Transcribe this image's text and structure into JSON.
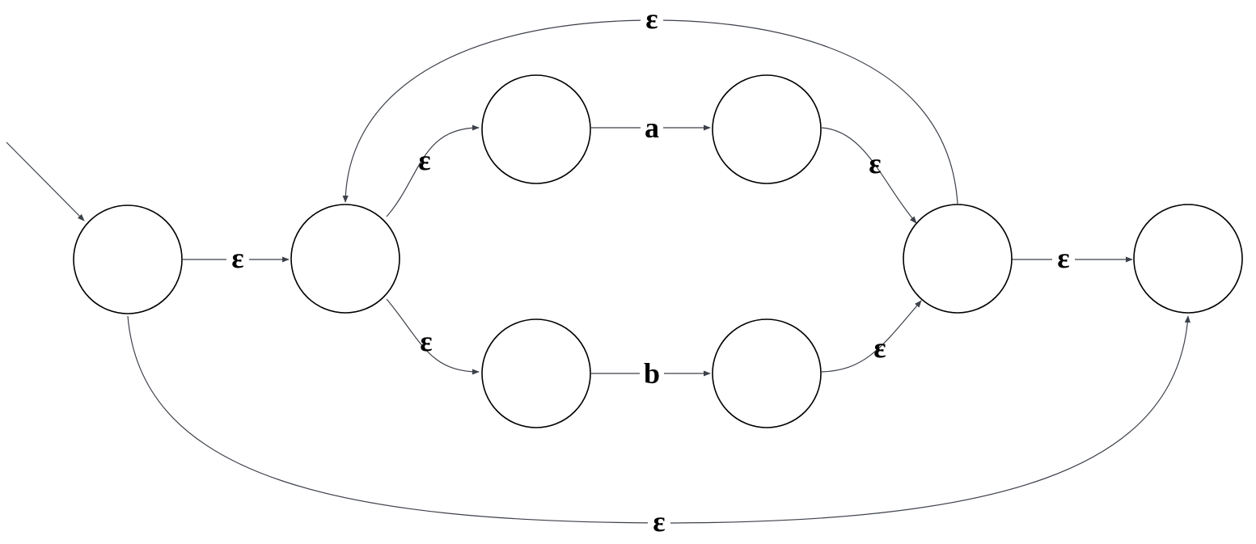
{
  "diagram": {
    "type": "nfa",
    "states": [
      {
        "id": "q0",
        "label": ""
      },
      {
        "id": "q1",
        "label": ""
      },
      {
        "id": "q2",
        "label": ""
      },
      {
        "id": "q3",
        "label": ""
      },
      {
        "id": "q4",
        "label": ""
      },
      {
        "id": "q5",
        "label": ""
      },
      {
        "id": "q6",
        "label": ""
      },
      {
        "id": "q7",
        "label": ""
      }
    ],
    "start_state": "q0",
    "transitions": [
      {
        "from": "q0",
        "to": "q1",
        "label": "ε"
      },
      {
        "from": "q1",
        "to": "q2",
        "label": "ε"
      },
      {
        "from": "q1",
        "to": "q4",
        "label": "ε"
      },
      {
        "from": "q2",
        "to": "q3",
        "label": "a"
      },
      {
        "from": "q4",
        "to": "q5",
        "label": "b"
      },
      {
        "from": "q3",
        "to": "q6",
        "label": "ε"
      },
      {
        "from": "q5",
        "to": "q6",
        "label": "ε"
      },
      {
        "from": "q6",
        "to": "q7",
        "label": "ε"
      },
      {
        "from": "q6",
        "to": "q1",
        "label": "ε"
      },
      {
        "from": "q0",
        "to": "q7",
        "label": "ε"
      }
    ],
    "colors": {
      "state_stroke": "#000000",
      "edge_stroke": "#3c4149",
      "label": "#000000"
    }
  }
}
